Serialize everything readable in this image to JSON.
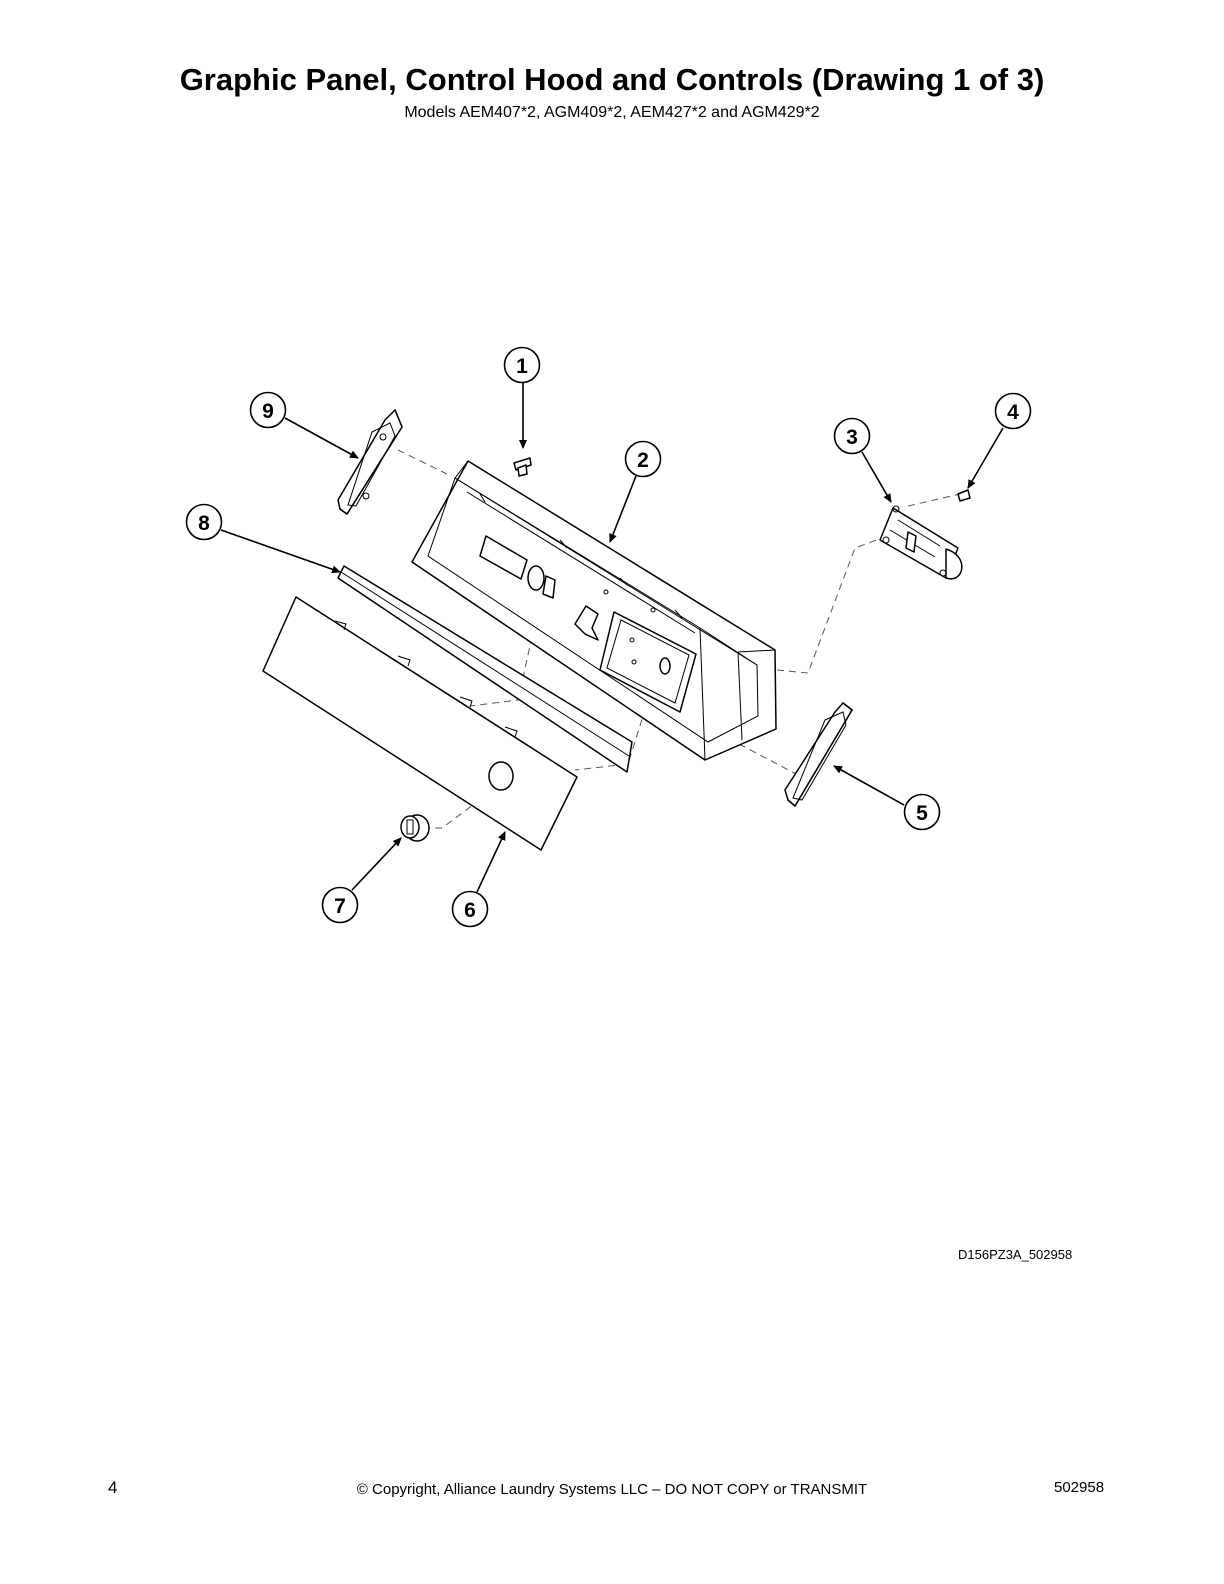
{
  "header": {
    "title": "Graphic Panel, Control Hood and Controls (Drawing 1 of 3)",
    "subtitle": "Models AEM407*2, AGM409*2, AEM427*2 and AGM429*2"
  },
  "drawing": {
    "drawing_id": "D156PZ3A_502958",
    "callouts": [
      "1",
      "2",
      "3",
      "4",
      "5",
      "6",
      "7",
      "8",
      "9"
    ]
  },
  "footer": {
    "page_number": "4",
    "copyright": "© Copyright, Alliance Laundry Systems LLC – DO NOT COPY or TRANSMIT",
    "document_number": "502958"
  }
}
